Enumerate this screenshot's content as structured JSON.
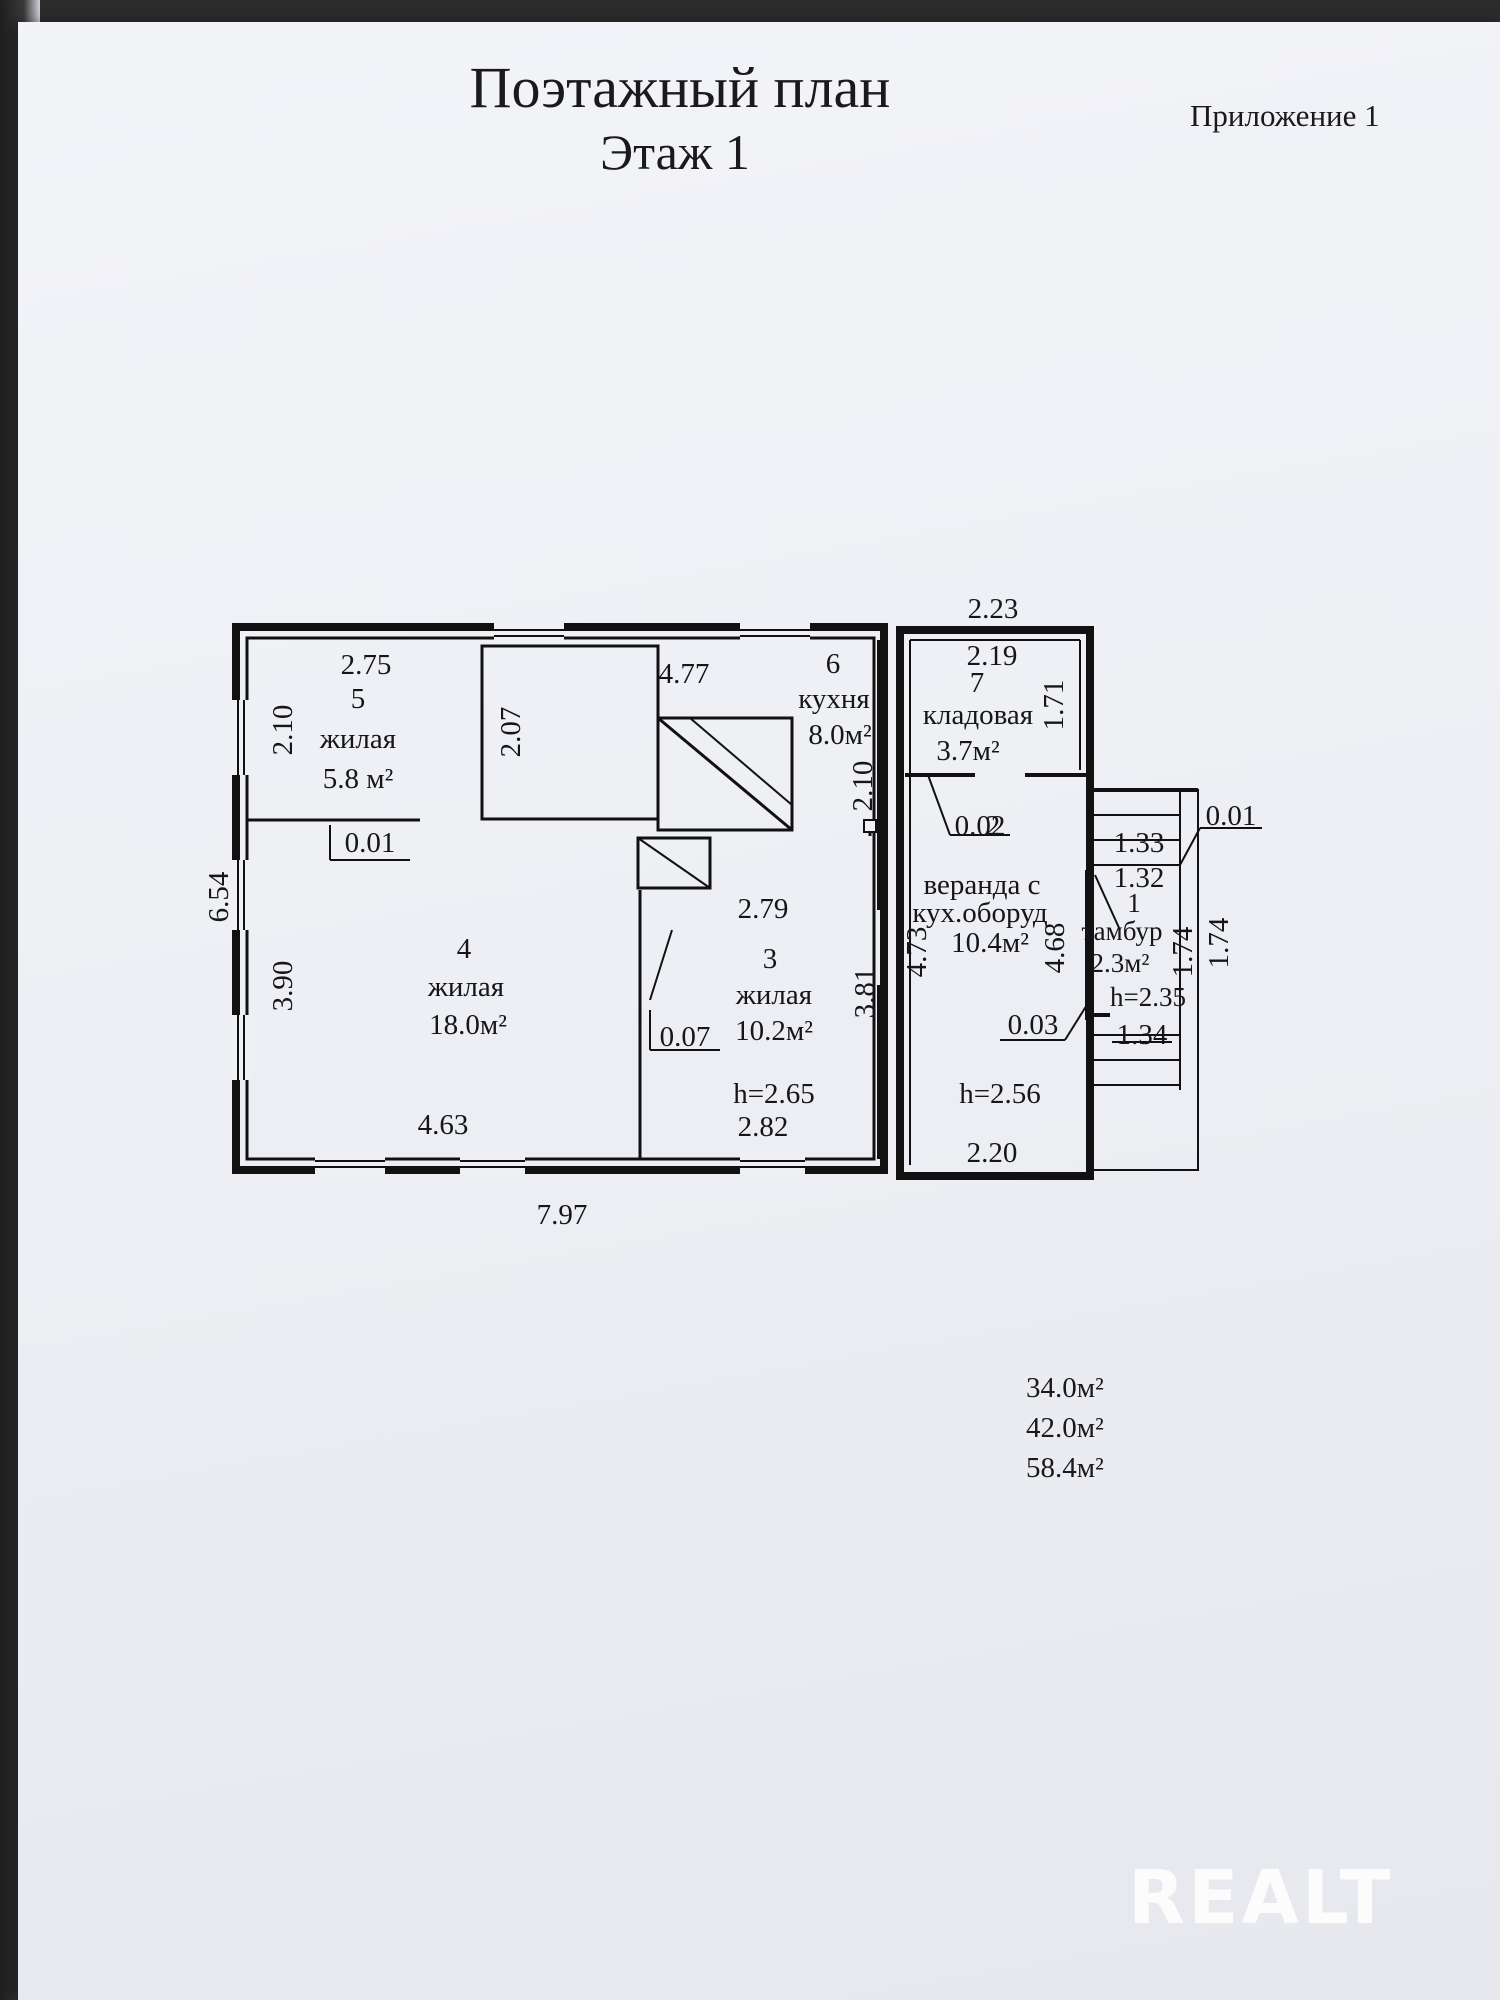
{
  "header": {
    "title": "Поэтажный план",
    "floor": "Этаж 1",
    "appendix": "Приложение 1"
  },
  "rooms": {
    "r5": {
      "number": "5",
      "name": "жилая",
      "area": "5.8 м²"
    },
    "r6": {
      "number": "6",
      "name": "кухня",
      "area": "8.0м²"
    },
    "r7": {
      "number": "7",
      "name": "кладовая",
      "area": "3.7м²"
    },
    "r4": {
      "number": "4",
      "name": "жилая",
      "area": "18.0м²"
    },
    "r3": {
      "number": "3",
      "name": "жилая",
      "area": "10.2м²"
    },
    "r2": {
      "number": "2",
      "name_line1": "веранда с",
      "name_line2": "кух.оборуд",
      "area": "10.4м²"
    },
    "r1": {
      "number": "1",
      "name": "тамбур",
      "area": "2.3м²"
    }
  },
  "dimensions": {
    "d_2_23": "2.23",
    "d_2_19": "2.19",
    "d_1_71": "1.71",
    "d_2_75": "2.75",
    "d_4_77": "4.77",
    "d_2_10a": "2.10",
    "d_2_07": "2.07",
    "d_2_10b": "2.10",
    "d_0_01a": "0.01",
    "d_0_02": "0.02",
    "d_0_01b": "0.01",
    "d_1_33": "1.33",
    "d_1_32": "1.32",
    "d_6_54": "6.54",
    "d_2_79": "2.79",
    "d_3_90": "3.90",
    "d_3_81": "3.81",
    "d_4_73": "4.73",
    "d_4_68": "4.68",
    "d_1_74a": "1.74",
    "d_1_74b": "1.74",
    "d_0_07": "0.07",
    "d_0_03": "0.03",
    "d_1_34": "1.34",
    "d_4_63": "4.63",
    "d_2_82": "2.82",
    "d_2_20": "2.20",
    "d_7_97": "7.97"
  },
  "heights": {
    "h_main": "h=2.65",
    "h_veranda": "h=2.56",
    "h_tambur": "h=2.35"
  },
  "totals": [
    "34.0м²",
    "42.0м²",
    "58.4м²"
  ],
  "watermark": "REALT"
}
